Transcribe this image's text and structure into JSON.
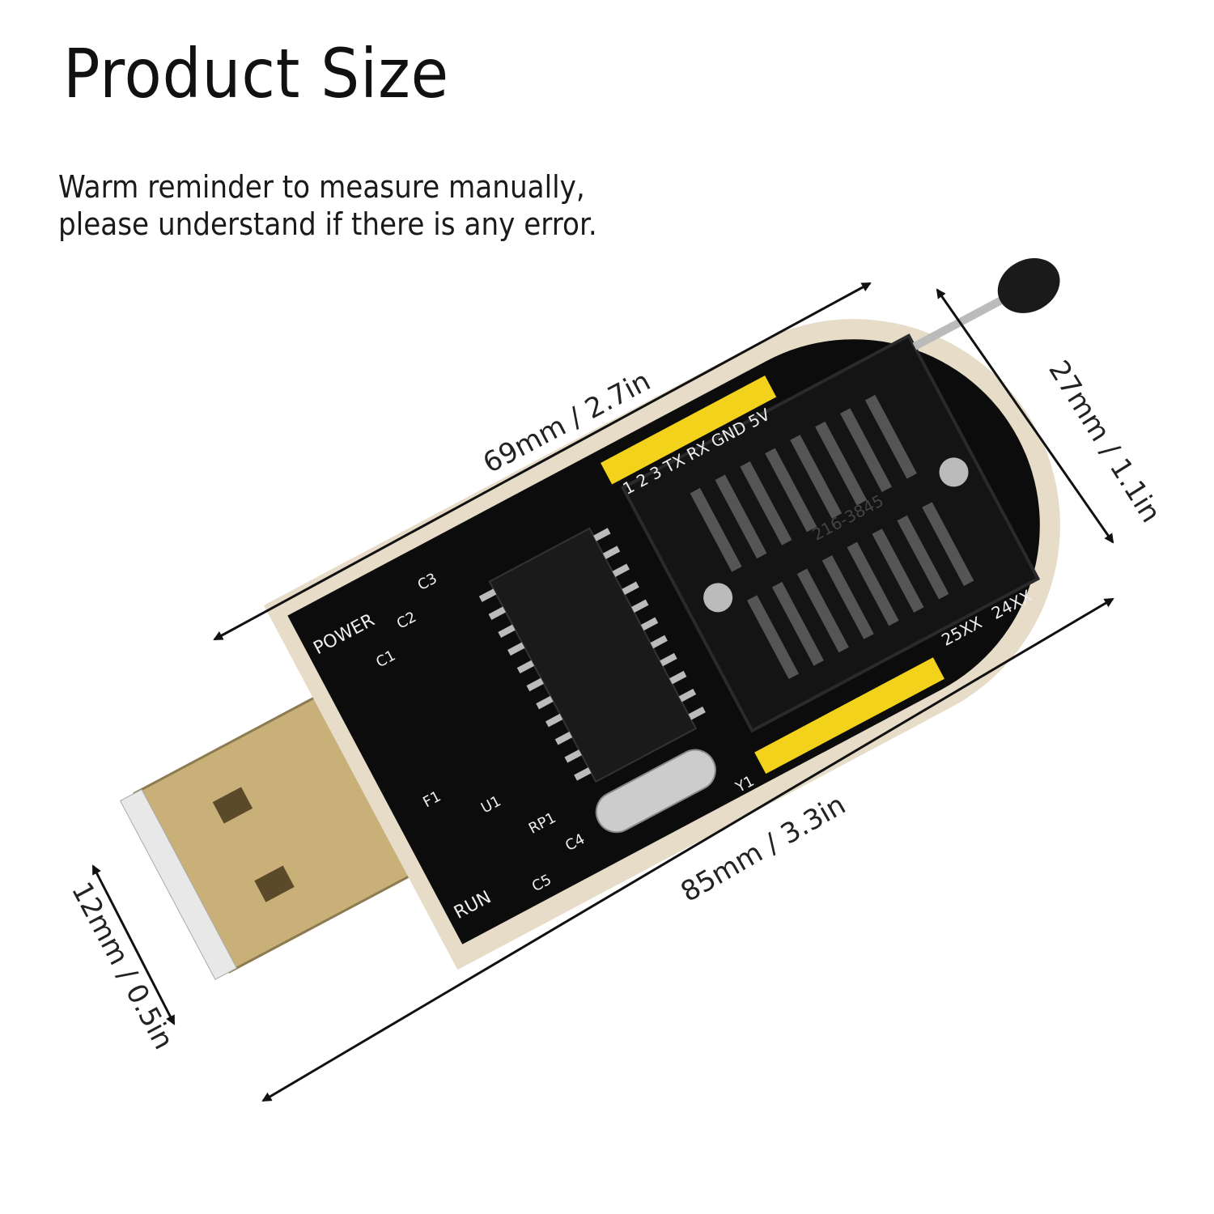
{
  "title": "Product Size",
  "reminder": [
    "Warm reminder to measure manually,",
    "please understand if there is any error."
  ],
  "dimensions": {
    "pcb_length": "69mm / 2.7in",
    "total_length": "85mm / 3.3in",
    "width": "27mm / 1.1in",
    "usb_width": "12mm / 0.5in"
  },
  "board_labels": {
    "power": "POWER",
    "run": "RUN",
    "header": "1 2 3 TX RX GND 5V",
    "socket_code": "216-3845",
    "chip_series": [
      "25XX",
      "24XX"
    ],
    "components": [
      "C1",
      "C2",
      "C3",
      "C4",
      "C5",
      "F1",
      "U1",
      "RP1",
      "Y1"
    ]
  },
  "colors": {
    "pcb": "#0c0c0c",
    "edge": "#e6dcc8",
    "header": "#f2d21a",
    "usb": "#c9b078"
  }
}
